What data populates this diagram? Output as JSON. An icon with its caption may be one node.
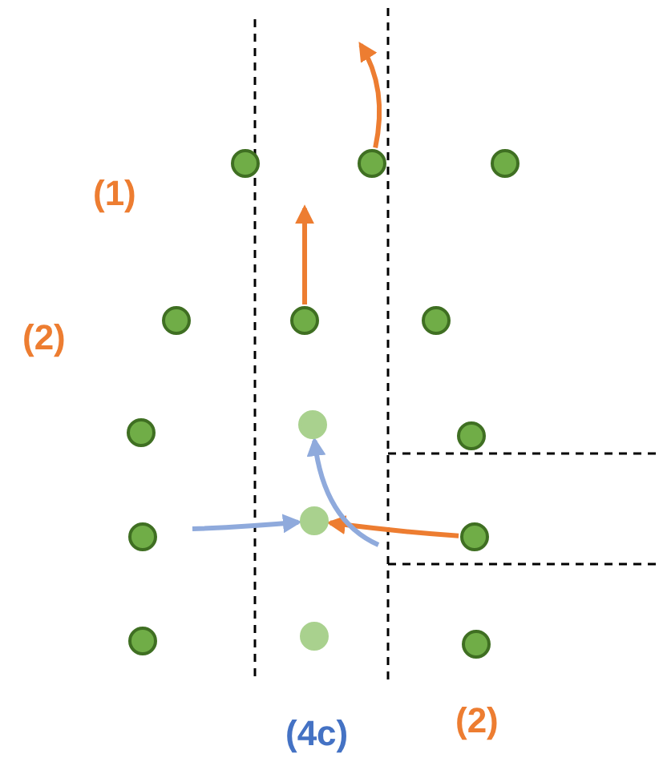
{
  "diagram": {
    "nodes": [
      {
        "text": [],
        "shape": "circle"
      },
      {
        "text": [],
        "shape": "circle"
      },
      {
        "text": [],
        "shape": "circle"
      },
      {
        "text": [],
        "shape": "circle"
      },
      {
        "text": [],
        "shape": "circle"
      },
      {
        "text": [],
        "shape": "circle"
      },
      {
        "text": [],
        "shape": "circle"
      },
      {
        "text": [],
        "shape": "circle"
      },
      {
        "text": [],
        "shape": "circle"
      },
      {
        "text": [],
        "shape": "circle"
      },
      {
        "text": [],
        "shape": "circle"
      },
      {
        "text": [],
        "shape": "circle"
      },
      {
        "text": [],
        "shape": "circle"
      },
      {
        "text": [],
        "shape": "circle"
      },
      {
        "text": [],
        "shape": "circle"
      }
    ],
    "edges": [
      {
        "from": 1,
        "to": null,
        "arrow": "to"
      },
      {
        "from": 4,
        "to": null,
        "arrow": "to"
      },
      {
        "from": 11,
        "to": 10,
        "arrow": "to"
      },
      {
        "from": null,
        "to": 10,
        "arrow": "to",
        "color": "#8faadc"
      },
      {
        "from": null,
        "to": 7,
        "arrow": "to",
        "color": "#8faadc"
      }
    ],
    "labels": [
      "(1)",
      "(2)",
      "(4c)",
      "(2)"
    ]
  }
}
